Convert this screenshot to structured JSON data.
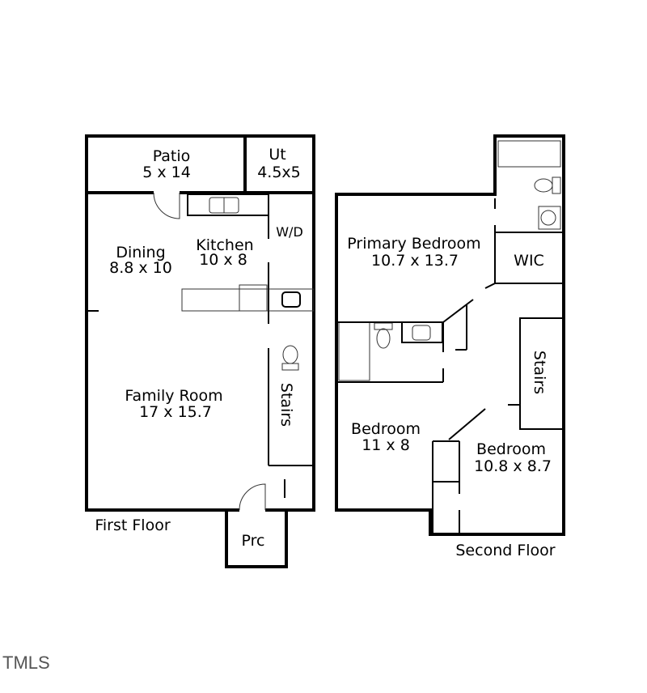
{
  "first_floor": {
    "title": "First Floor",
    "rooms": {
      "patio": {
        "name": "Patio",
        "size": "5 x 14"
      },
      "utility": {
        "name": "Ut",
        "size": "4.5x5"
      },
      "washer_dryer": {
        "name": "W/D"
      },
      "dining": {
        "name": "Dining",
        "size": "8.8 x 10"
      },
      "kitchen": {
        "name": "Kitchen",
        "size": "10 x 8"
      },
      "family_room": {
        "name": "Family Room",
        "size": "17 x 15.7"
      },
      "stairs": {
        "name": "Stairs"
      },
      "porch": {
        "name": "Prc"
      }
    }
  },
  "second_floor": {
    "title": "Second Floor",
    "rooms": {
      "primary_bedroom": {
        "name": "Primary Bedroom",
        "size": "10.7 x 13.7"
      },
      "wic": {
        "name": "WIC"
      },
      "stairs": {
        "name": "Stairs"
      },
      "bedroom_1": {
        "name": "Bedroom",
        "size": "11 x 8"
      },
      "bedroom_2": {
        "name": "Bedroom",
        "size": "10.8 x 8.7"
      }
    }
  },
  "watermark": "TMLS"
}
